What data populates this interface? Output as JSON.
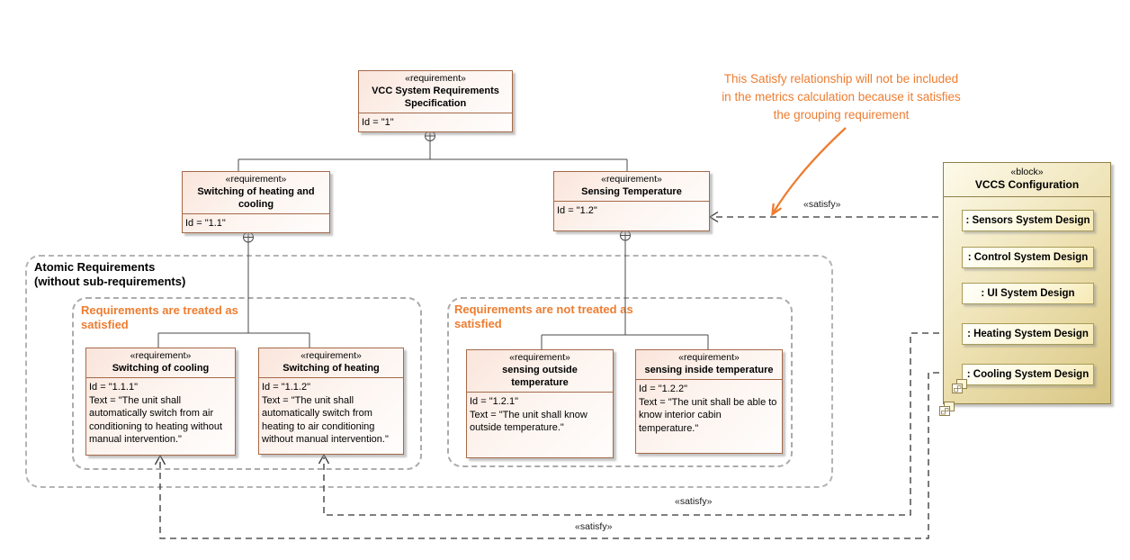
{
  "diagram": {
    "annotation": {
      "line1": "This Satisfy relationship will not be included",
      "line2": "in the metrics calculation because it satisfies",
      "line3": "the grouping requirement"
    },
    "groups": {
      "atomic_line1": "Atomic Requirements",
      "atomic_line2": "(without sub-requirements)",
      "satisfied": "Requirements are treated as satisfied",
      "not_satisfied": "Requirements are not treated as satisfied"
    },
    "satisfy_label": "«satisfy»",
    "requirements": {
      "root": {
        "stereotype": "«requirement»",
        "name": "VCC System Requirements Specification",
        "id": "Id = \"1\""
      },
      "r11": {
        "stereotype": "«requirement»",
        "name": "Switching of heating and cooling",
        "id": "Id = \"1.1\""
      },
      "r12": {
        "stereotype": "«requirement»",
        "name": "Sensing Temperature",
        "id": "Id = \"1.2\""
      },
      "r111": {
        "stereotype": "«requirement»",
        "name": "Switching of cooling",
        "id": "Id = \"1.1.1\"",
        "text": "Text = \"The unit shall automatically switch from air conditioning to heating without manual intervention.\""
      },
      "r112": {
        "stereotype": "«requirement»",
        "name": "Switching of heating",
        "id": "Id = \"1.1.2\"",
        "text": "Text = \"The unit shall automatically switch from heating to air conditioning without manual intervention.\""
      },
      "r121": {
        "stereotype": "«requirement»",
        "name": "sensing outside temperature",
        "id": "Id = \"1.2.1\"",
        "text": "Text = \"The unit shall know outside temperature.\""
      },
      "r122": {
        "stereotype": "«requirement»",
        "name": "sensing inside temperature",
        "id": "Id = \"1.2.2\"",
        "text": "Text = \"The unit shall be able to know interior cabin temperature.\""
      }
    },
    "block": {
      "stereotype": "«block»",
      "name": "VCCS Configuration",
      "parts": [
        ": Sensors System Design",
        ": Control System Design",
        ": UI System Design",
        ": Heating System Design",
        ": Cooling System Design"
      ]
    },
    "colors": {
      "annotation_orange": "#ED7D31",
      "requirement_border": "#a5694a",
      "block_border": "#8f8049",
      "satisfy_line": "#333333",
      "container_dash": "#b4b4b4"
    }
  }
}
